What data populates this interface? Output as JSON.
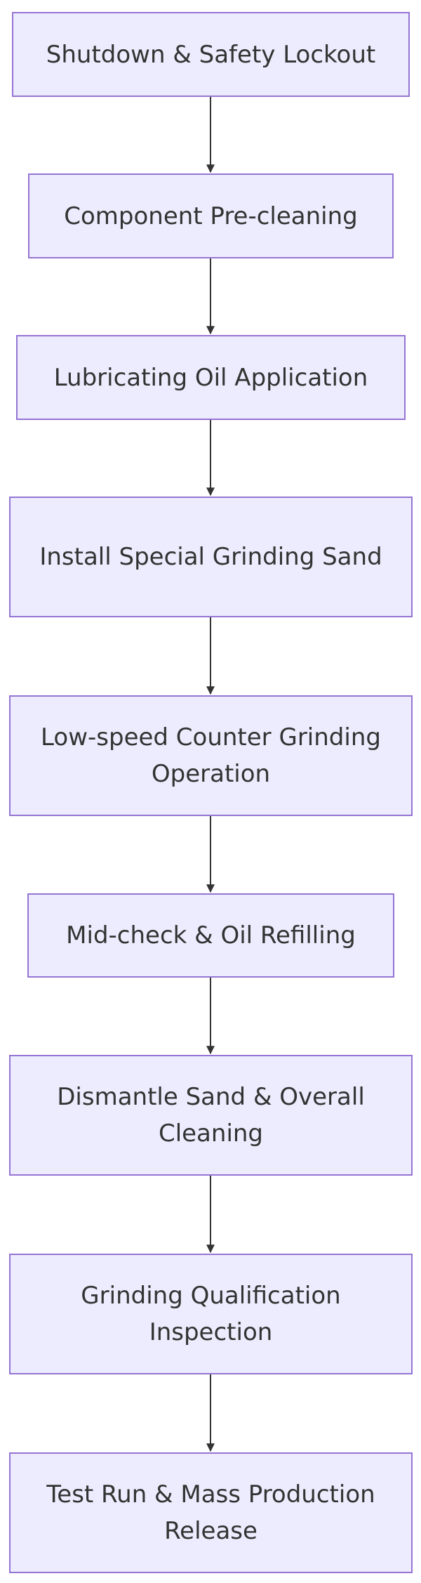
{
  "colors": {
    "node_fill": "#ececfe",
    "node_border": "#9574d4",
    "text": "#333333",
    "edge": "#333333"
  },
  "nodes": [
    {
      "id": "n1",
      "label": "Shutdown & Safety Lockout"
    },
    {
      "id": "n2",
      "label": "Component Pre-cleaning"
    },
    {
      "id": "n3",
      "label": "Lubricating Oil Application"
    },
    {
      "id": "n4",
      "label": "Install Special Grinding Sand"
    },
    {
      "id": "n5",
      "label": "Low-speed Counter Grinding Operation"
    },
    {
      "id": "n6",
      "label": "Mid-check & Oil Refilling"
    },
    {
      "id": "n7",
      "label": "Dismantle Sand & Overall Cleaning"
    },
    {
      "id": "n8",
      "label": "Grinding Qualification Inspection"
    },
    {
      "id": "n9",
      "label": "Test Run & Mass Production Release"
    }
  ],
  "edges": [
    {
      "from": "n1",
      "to": "n2"
    },
    {
      "from": "n2",
      "to": "n3"
    },
    {
      "from": "n3",
      "to": "n4"
    },
    {
      "from": "n4",
      "to": "n5"
    },
    {
      "from": "n5",
      "to": "n6"
    },
    {
      "from": "n6",
      "to": "n7"
    },
    {
      "from": "n7",
      "to": "n8"
    },
    {
      "from": "n8",
      "to": "n9"
    }
  ]
}
